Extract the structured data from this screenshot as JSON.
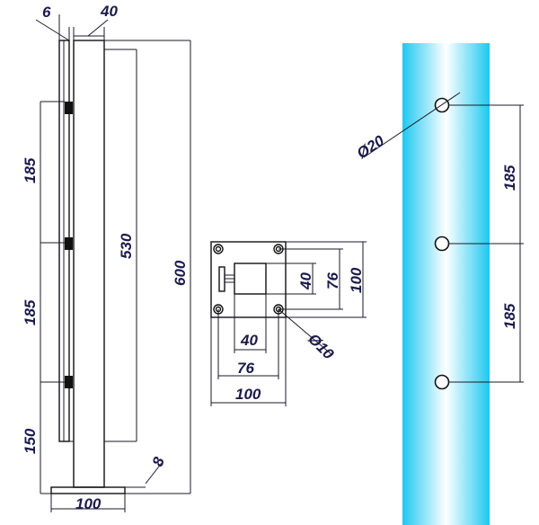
{
  "post": {
    "glass_thickness": "6",
    "post_width": "40",
    "spacing_top": "185",
    "spacing_middle": "185",
    "spacing_bottom": "150",
    "post_height_inner": "530",
    "total_height": "600",
    "base_thickness": "8",
    "base_width": "100"
  },
  "base_plate": {
    "hole_diameter": "Ø10",
    "inner_height": "40",
    "mid_height": "76",
    "outer_height": "100",
    "inner_width": "40",
    "mid_width": "76",
    "outer_width": "100"
  },
  "tube": {
    "hole_diameter": "Ø20",
    "spacing_top": "185",
    "spacing_bottom": "185",
    "fill_edge_color": "#1ec8f0",
    "fill_center_color": "#ffffff"
  }
}
